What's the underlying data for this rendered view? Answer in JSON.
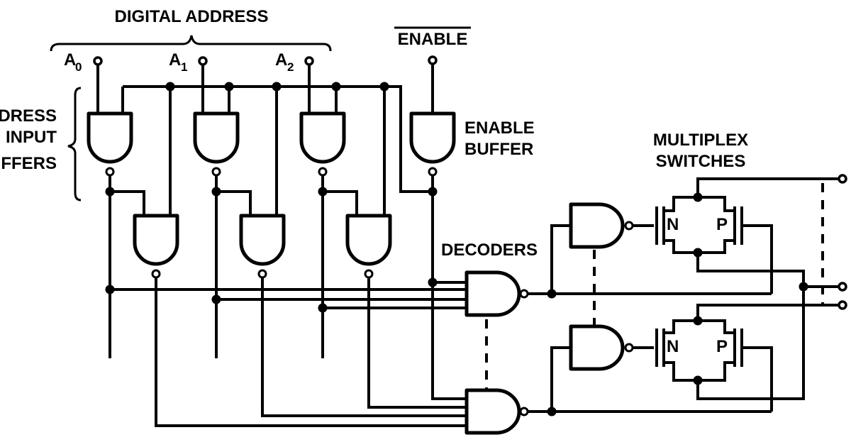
{
  "labels": {
    "digital_address": "DIGITAL ADDRESS",
    "enable": "ENABLE",
    "enable_buffer_1": "ENABLE",
    "enable_buffer_2": "BUFFER",
    "address_buffers_1": "DRESS",
    "address_buffers_2": "INPUT",
    "address_buffers_3": "FFERS",
    "multiplex_1": "MULTIPLEX",
    "multiplex_2": "SWITCHES",
    "decoders": "DECODERS",
    "n_top": "N",
    "p_top": "P",
    "n_bottom": "N",
    "p_bottom": "P"
  },
  "inputs": [
    {
      "name": "A",
      "sub": "0"
    },
    {
      "name": "A",
      "sub": "1"
    },
    {
      "name": "A",
      "sub": "2"
    }
  ]
}
